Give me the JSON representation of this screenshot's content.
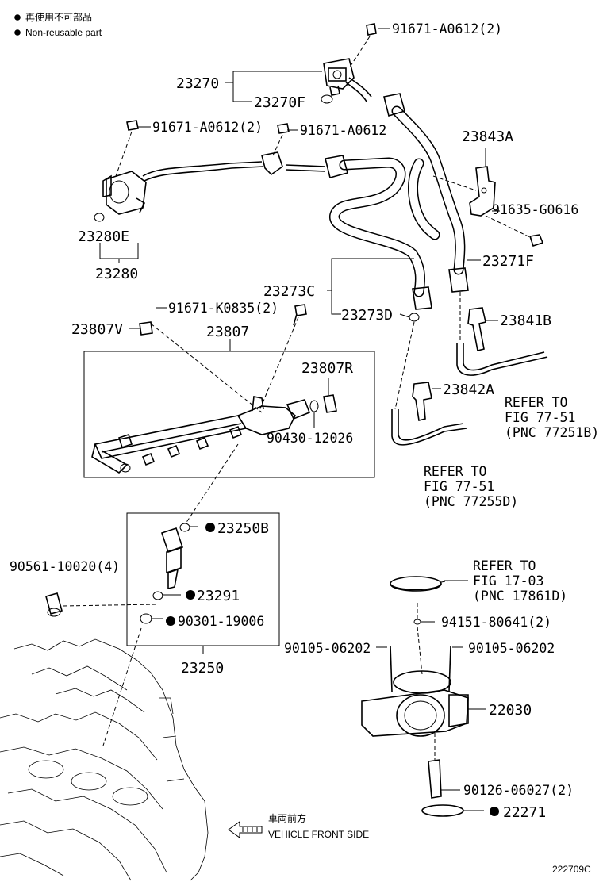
{
  "legend": {
    "line1": "再使用不可部品",
    "line2": "Non-reusable part"
  },
  "labels": {
    "p91671_a0612_2_top": "91671-A0612(2)",
    "p23270": "23270",
    "p23270F": "23270F",
    "p91671_a0612_2_left": "91671-A0612(2)",
    "p91671_a0612": "91671-A0612",
    "p23843A": "23843A",
    "p91635_g0616": "91635-G0616",
    "p23280E": "23280E",
    "p23280": "23280",
    "p23271F": "23271F",
    "p23273C": "23273C",
    "p91671_k0835_2": "91671-K0835(2)",
    "p23273D": "23273D",
    "p23841B": "23841B",
    "p23807V": "23807V",
    "p23807": "23807",
    "p23807R": "23807R",
    "p23842A": "23842A",
    "p90430_12026": "90430-12026",
    "refer1_l1": "REFER TO",
    "refer1_l2": "FIG 77-51",
    "refer1_l3": "(PNC 77251B)",
    "refer2_l1": "REFER TO",
    "refer2_l2": "FIG 77-51",
    "refer2_l3": "(PNC 77255D)",
    "p23250B": "23250B",
    "p90561_10020_4": "90561-10020(4)",
    "p23291": "23291",
    "p90301_19006": "90301-19006",
    "p23250": "23250",
    "refer3_l1": "REFER TO",
    "refer3_l2": "FIG 17-03",
    "refer3_l3": "(PNC 17861D)",
    "p94151_80641_2": "94151-80641(2)",
    "p90105_06202_a": "90105-06202",
    "p90105_06202_b": "90105-06202",
    "p22030": "22030",
    "p90126_06027_2": "90126-06027(2)",
    "p22271": "22271",
    "front_jp": "車両前方",
    "front_en": "VEHICLE FRONT SIDE",
    "fig_id": "222709C"
  }
}
